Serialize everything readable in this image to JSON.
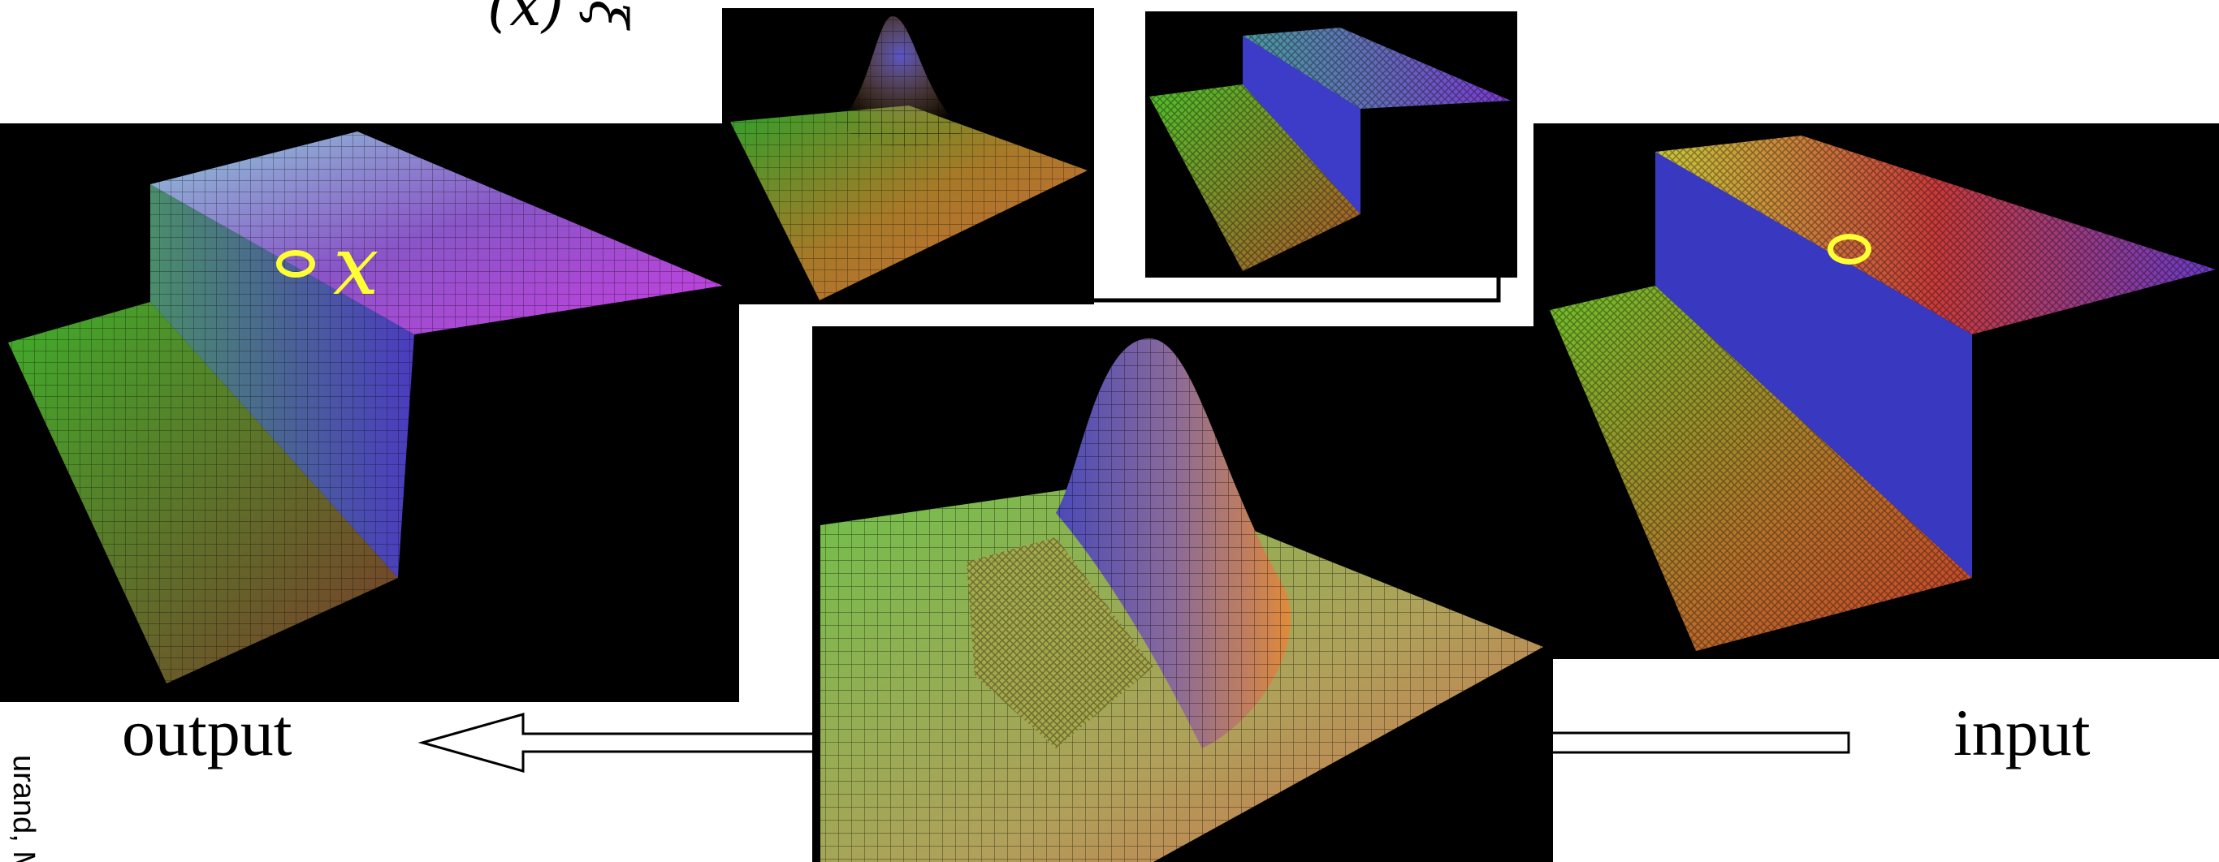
{
  "labels": {
    "output": "output",
    "input": "input",
    "x_symbol": "x",
    "credit": "urand, MIT",
    "math_fragment_left": "(x)",
    "math_fragment_rotated": "ξ"
  },
  "colors": {
    "background": "#ffffff",
    "panel_background": "#000000",
    "marker": "#ffff33",
    "arrow_stroke": "#000000"
  },
  "panels": [
    {
      "name": "output-surface",
      "content": "smoothed step surface"
    },
    {
      "name": "gaussian-kernel",
      "content": "gaussian bump surface"
    },
    {
      "name": "noisy-step",
      "content": "noisy step surface"
    },
    {
      "name": "input-surface",
      "content": "noisy step surface with marker"
    },
    {
      "name": "product-surface",
      "content": "gaussian times input surface"
    }
  ],
  "icons": {
    "output_arrow": "left-arrow-icon",
    "input_arrow": "left-arrow-line-icon",
    "marker_ring": "ring-marker-icon"
  }
}
